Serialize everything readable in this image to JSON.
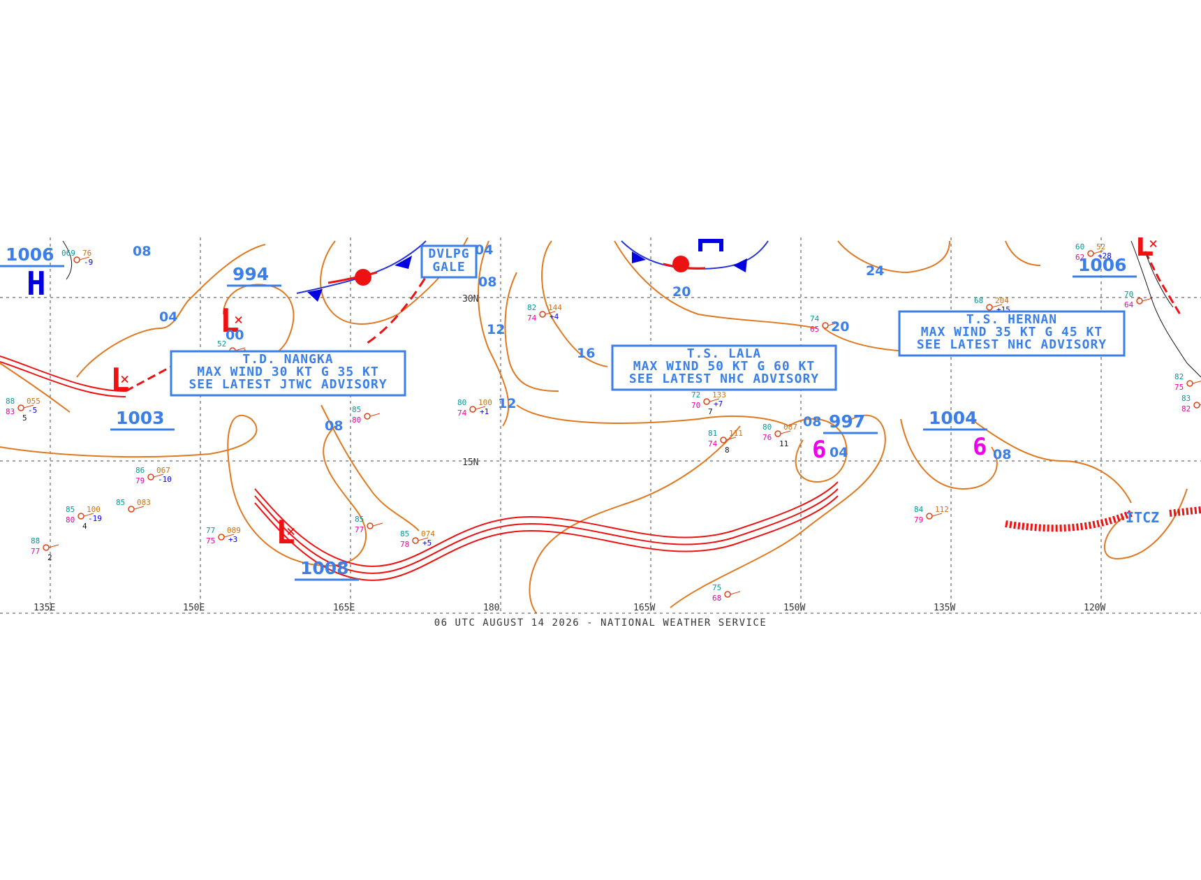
{
  "map": {
    "footer": "06 UTC AUGUST 14 2026 - NATIONAL WEATHER SERVICE",
    "colors": {
      "isobar": "#e07820",
      "label_blue": "#3a7ee8",
      "cold_front": "#0000e0",
      "warm_front": "#ee1111",
      "low": "#ee1111",
      "high": "#0000e0",
      "tropical": "#ee00ee",
      "grid": "#333333"
    },
    "lon_labels": [
      {
        "id": "lon-135e",
        "text": "135E"
      },
      {
        "id": "lon-150e",
        "text": "150E"
      },
      {
        "id": "lon-165e",
        "text": "165E"
      },
      {
        "id": "lon-180",
        "text": "180"
      },
      {
        "id": "lon-165w",
        "text": "165W"
      },
      {
        "id": "lon-150w",
        "text": "150W"
      },
      {
        "id": "lon-135w",
        "text": "135W"
      },
      {
        "id": "lon-120w",
        "text": "120W"
      }
    ],
    "lat_labels": [
      {
        "id": "lat-30n",
        "text": "30N"
      },
      {
        "id": "lat-15n",
        "text": "15N"
      }
    ],
    "advisories": [
      {
        "id": "td-nangka",
        "lines": [
          "T.D. NANGKA",
          "MAX WIND 30 KT G 35 KT",
          "SEE LATEST JTWC ADVISORY"
        ]
      },
      {
        "id": "ts-lala",
        "lines": [
          "T.S. LALA",
          "MAX WIND 50 KT G 60 KT",
          "SEE LATEST NHC ADVISORY"
        ]
      },
      {
        "id": "ts-hernan",
        "lines": [
          "T.S. HERNAN",
          "MAX WIND 35 KT G 45 KT",
          "SEE LATEST NHC ADVISORY"
        ]
      },
      {
        "id": "dvlpg-gale",
        "lines": [
          "DVLPG",
          "GALE"
        ]
      }
    ],
    "centers": [
      {
        "id": "high-w",
        "symbol": "H",
        "pressure": "1006"
      },
      {
        "id": "low-nw",
        "symbol": "L",
        "pressure": "994"
      },
      {
        "id": "low-w",
        "symbol": "L",
        "pressure": "1003"
      },
      {
        "id": "low-sw",
        "symbol": "L",
        "pressure": "1008"
      },
      {
        "id": "low-ne",
        "symbol": "L",
        "pressure": "1006"
      },
      {
        "id": "tropical-lala",
        "symbol": "6",
        "pressure": "997"
      },
      {
        "id": "tropical-hernan",
        "symbol": "6",
        "pressure": "1004"
      }
    ],
    "isobar_labels": [
      "08",
      "04",
      "00",
      "08",
      "04",
      "08",
      "12",
      "12",
      "16",
      "20",
      "24",
      "20",
      "08",
      "04",
      "08"
    ],
    "itcz": "ITCZ",
    "stations": [
      {
        "id": "s1",
        "a": "82",
        "b": "144",
        "c": "74",
        "d": "+4",
        "e": ""
      },
      {
        "id": "s2",
        "a": "80",
        "b": "100",
        "c": "74",
        "d": "+1",
        "e": ""
      },
      {
        "id": "s3",
        "a": "88",
        "b": "055",
        "c": "83",
        "d": "-5",
        "e": "5"
      },
      {
        "id": "s4",
        "a": "86",
        "b": "067",
        "c": "79",
        "d": "-10",
        "e": ""
      },
      {
        "id": "s5",
        "a": "85",
        "b": "100",
        "c": "80",
        "d": "-19",
        "e": "4"
      },
      {
        "id": "s6",
        "a": "85",
        "b": "083",
        "c": "",
        "d": "",
        "e": ""
      },
      {
        "id": "s7",
        "a": "77",
        "b": "089",
        "c": "75",
        "d": "+3",
        "e": ""
      },
      {
        "id": "s8",
        "a": "85",
        "b": "",
        "c": "80",
        "d": "",
        "e": ""
      },
      {
        "id": "s9",
        "a": "85",
        "b": "074",
        "c": "78",
        "d": "+5",
        "e": ""
      },
      {
        "id": "s10",
        "a": "85",
        "b": "",
        "c": "77",
        "d": "",
        "e": ""
      },
      {
        "id": "s11",
        "a": "72",
        "b": "133",
        "c": "70",
        "d": "+7",
        "e": "7"
      },
      {
        "id": "s12",
        "a": "81",
        "b": "111",
        "c": "74",
        "d": "",
        "e": "8"
      },
      {
        "id": "s13",
        "a": "80",
        "b": "087",
        "c": "76",
        "d": "",
        "e": "11"
      },
      {
        "id": "s14",
        "a": "74",
        "b": "",
        "c": "65",
        "d": "",
        "e": ""
      },
      {
        "id": "s15",
        "a": "68",
        "b": "204",
        "c": "",
        "d": "+15",
        "e": ""
      },
      {
        "id": "s16",
        "a": "84",
        "b": "112",
        "c": "79",
        "d": "",
        "e": ""
      },
      {
        "id": "s17",
        "a": "75",
        "b": "",
        "c": "68",
        "d": "",
        "e": ""
      },
      {
        "id": "s18",
        "a": "069",
        "b": "76",
        "c": "",
        "d": "-9",
        "e": ""
      },
      {
        "id": "s19",
        "a": "88",
        "b": "",
        "c": "77",
        "d": "",
        "e": "2"
      },
      {
        "id": "s20",
        "a": "52",
        "b": "",
        "c": "",
        "d": "",
        "e": ""
      },
      {
        "id": "s21",
        "a": "60",
        "b": "52",
        "c": "62",
        "d": "+28",
        "e": ""
      },
      {
        "id": "s22",
        "a": "70",
        "b": "",
        "c": "64",
        "d": "",
        "e": ""
      },
      {
        "id": "s23",
        "a": "82",
        "b": "",
        "c": "75",
        "d": "",
        "e": ""
      },
      {
        "id": "s24",
        "a": "83",
        "b": "",
        "c": "82",
        "d": "",
        "e": ""
      }
    ]
  }
}
